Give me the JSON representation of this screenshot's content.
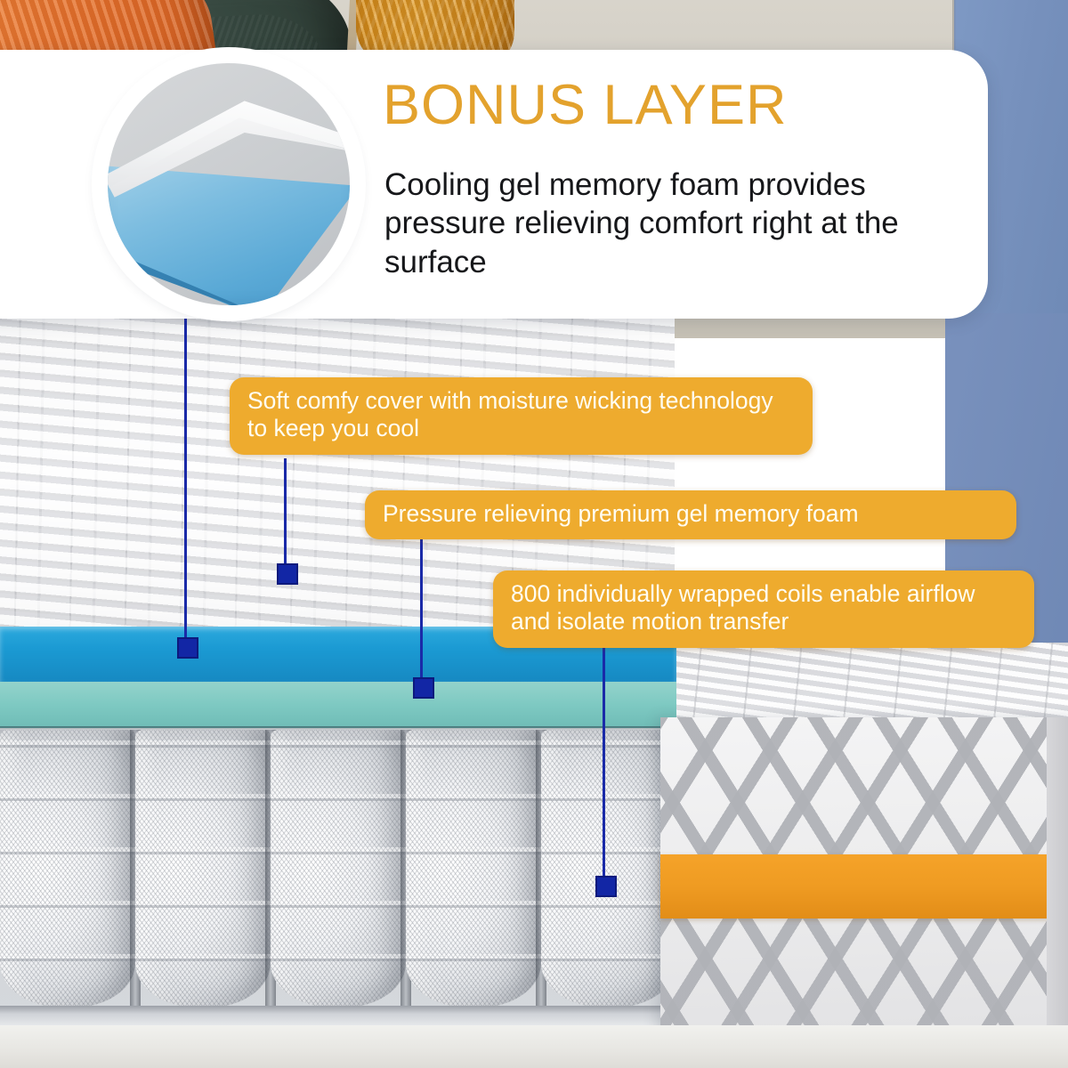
{
  "header": {
    "title": "BONUS LAYER",
    "subtitle": "Cooling gel memory foam provides pressure relieving comfort right at the surface",
    "badge_icon": "peeled-gel-foam-layer-icon",
    "title_color": "#e3a22d",
    "panel_color": "#ffffff"
  },
  "callouts": [
    {
      "id": "cover",
      "text": "Soft comfy cover with moisture wicking technology to keep you cool",
      "color": "#eeab2e",
      "text_color": "#fffdf2"
    },
    {
      "id": "gel-foam",
      "text": "Pressure relieving premium gel memory foam",
      "color": "#eeab2e",
      "text_color": "#fffdf2"
    },
    {
      "id": "coils",
      "text": "800 individually wrapped coils enable airflow and isolate motion transfer",
      "color": "#eeab2e",
      "text_color": "#fffdf2"
    }
  ],
  "pointers": {
    "line_color": "#1a2aa8",
    "marker_color": "#1226a5",
    "count": 4
  },
  "mattress": {
    "layers": [
      {
        "name": "quilted-cover-top",
        "color": "#f6f6f7"
      },
      {
        "name": "gel-memory-foam",
        "color": "#1b9ad3"
      },
      {
        "name": "transition-foam",
        "color": "#7ec9c2"
      },
      {
        "name": "wrapped-coil-unit",
        "color": "#e8eaec"
      },
      {
        "name": "base",
        "color": "#e9e8e5"
      }
    ],
    "side_panel": {
      "pattern": "gray-diamond-lattice",
      "pattern_color": "#b0b2b7",
      "band_color": "#ef9b22"
    },
    "coil_count_visible": 5
  },
  "scene": {
    "wall_beige": "#cdc8bd",
    "wall_blue": "#7791bd",
    "pillow_green": "#35463e",
    "pillow_orange": "#e4702c",
    "blanket_mustard": "#d98f1b",
    "floor": "#e7e6e2"
  }
}
